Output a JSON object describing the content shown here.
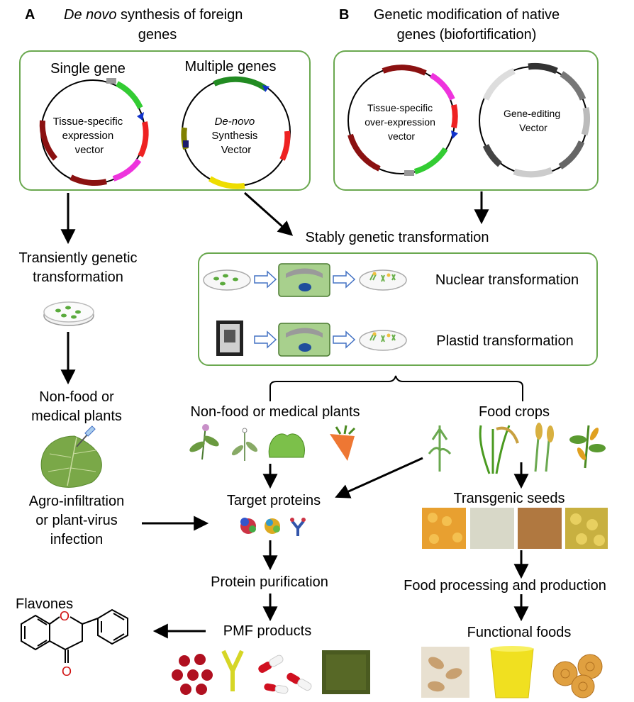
{
  "panel_a": {
    "letter": "A",
    "title_italic": "De novo",
    "title_rest": " synthesis of foreign",
    "title_line2": "genes",
    "single_gene_label": "Single gene",
    "multiple_genes_label": "Multiple genes",
    "vector1_lines": [
      "Tissue-specific",
      "expression",
      "vector"
    ],
    "vector2_line1": "De-novo",
    "vector2_line2": "Synthesis",
    "vector2_line3": "Vector"
  },
  "panel_b": {
    "letter": "B",
    "title_line1": "Genetic modification of native",
    "title_line2": "genes (biofortification)",
    "vector1_lines": [
      "Tissue-specific",
      "over-expression",
      "vector"
    ],
    "vector2_lines": [
      "Gene-editing",
      "Vector"
    ]
  },
  "left_flow": {
    "transient_line1": "Transiently genetic",
    "transient_line2": "transformation",
    "nonfood_line1": "Non-food or",
    "nonfood_line2": "medical plants",
    "agro_line1": "Agro-infiltration",
    "agro_line2": "or plant-virus",
    "agro_line3": "infection"
  },
  "stable": {
    "title": "Stably genetic transformation",
    "nuclear": "Nuclear transformation",
    "plastid": "Plastid transformation"
  },
  "center_flow": {
    "nonfood_medical": "Non-food or medical plants",
    "target_proteins": "Target proteins",
    "protein_purification": "Protein purification",
    "pmf_products": "PMF products",
    "flavones": "Flavones"
  },
  "right_flow": {
    "food_crops": "Food crops",
    "transgenic_seeds": "Transgenic seeds",
    "food_processing": "Food processing and production",
    "functional_foods": "Functional foods"
  },
  "colors": {
    "panel_border": "#6aa84f",
    "cell_fill": "#a8d08d",
    "nucleus": "#1f4e9c",
    "plate_dot": "#5aaa3c",
    "arrow_outline": "#4472c4"
  }
}
